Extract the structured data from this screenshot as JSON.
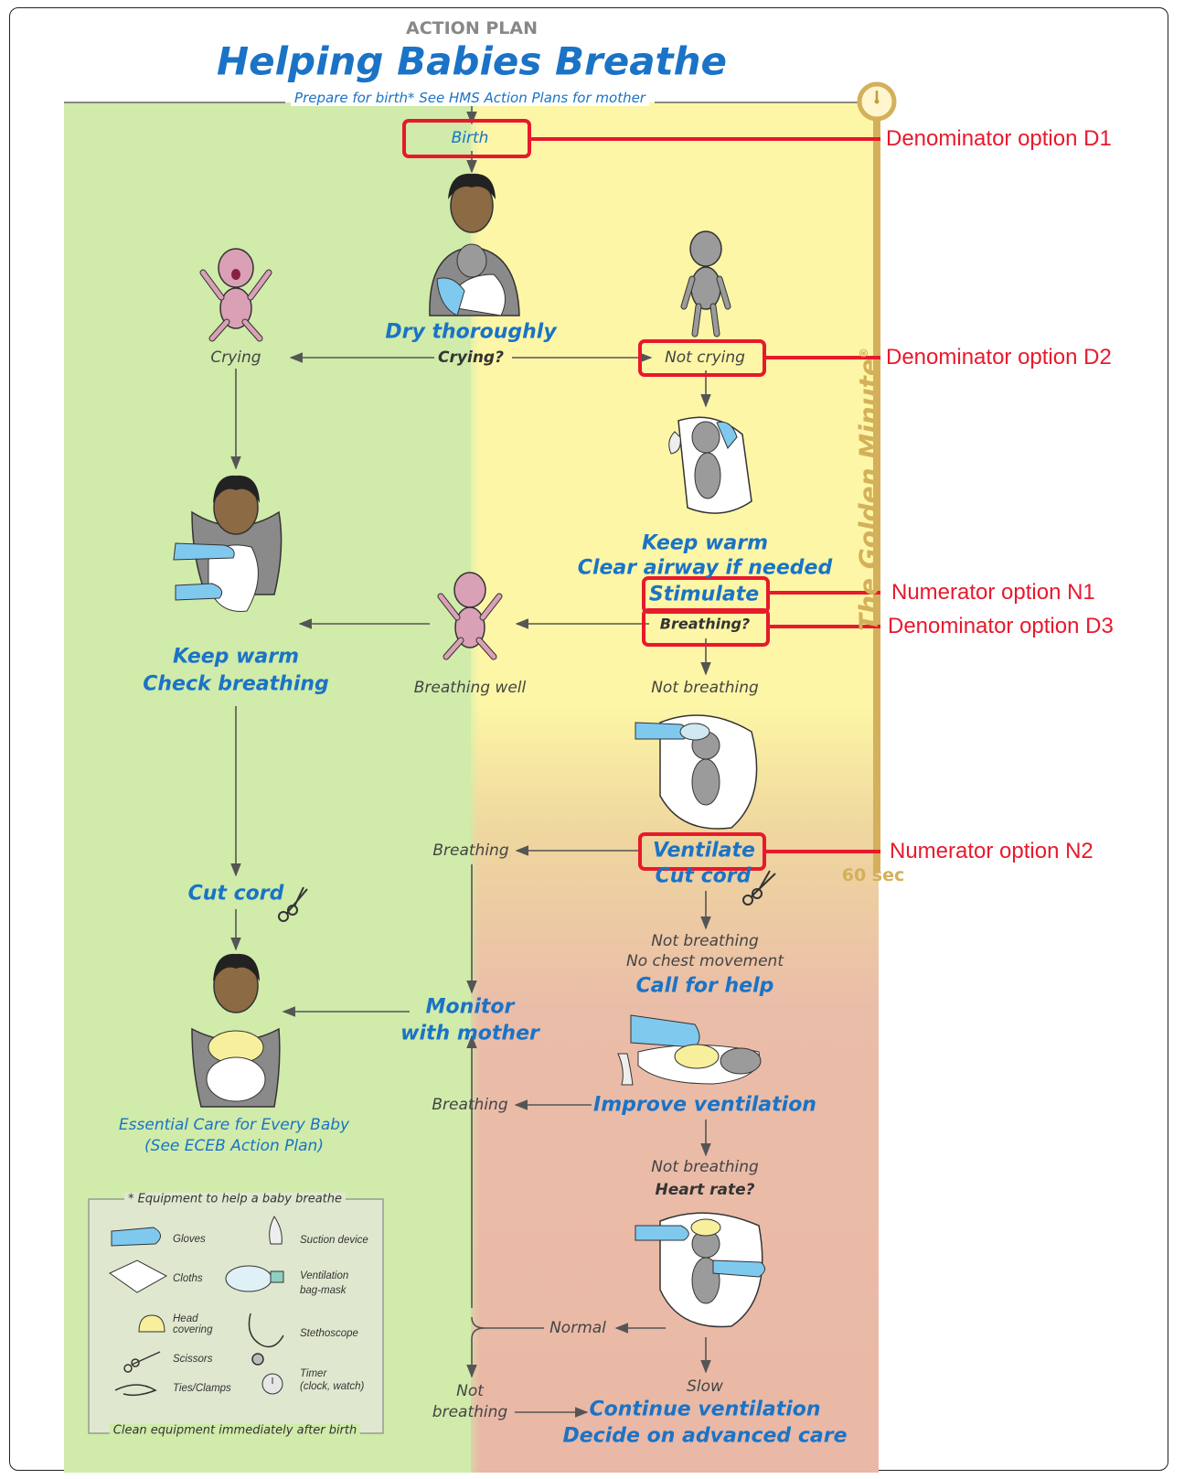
{
  "header": {
    "kicker": "ACTION PLAN",
    "title": "Helping Babies Breathe",
    "prepare": "Prepare for birth* See HMS Action Plans for mother"
  },
  "timeline": {
    "golden_minute": "The Golden Minute",
    "registered_mark": "®",
    "sixty_sec": "60 sec"
  },
  "nodes": {
    "birth": "Birth",
    "dry": "Dry thoroughly",
    "crying_q": "Crying?",
    "crying": "Crying",
    "not_crying": "Not crying",
    "keep_warm_clear_1": "Keep warm",
    "keep_warm_clear_2": "Clear airway if needed",
    "stimulate": "Stimulate",
    "breathing_q": "Breathing?",
    "keep_warm_check_1": "Keep warm",
    "keep_warm_check_2": "Check breathing",
    "breathing_well": "Breathing well",
    "not_breathing_1": "Not breathing",
    "breathing_1": "Breathing",
    "ventilate": "Ventilate",
    "cut_cord_right": "Cut cord",
    "cut_cord_left": "Cut cord",
    "not_breathing_chest_1": "Not breathing",
    "not_breathing_chest_2": "No chest movement",
    "call_help": "Call for help",
    "monitor_1": "Monitor",
    "monitor_2": "with mother",
    "breathing_2": "Breathing",
    "improve": "Improve ventilation",
    "essential_1": "Essential Care for Every Baby",
    "essential_2": "(See  ECEB Action Plan)",
    "not_breathing_2": "Not breathing",
    "heart_rate_q": "Heart rate?",
    "normal": "Normal",
    "slow": "Slow",
    "not_breathing_3a": "Not",
    "not_breathing_3b": "breathing",
    "continue_1": "Continue ventilation",
    "continue_2": "Decide on advanced care"
  },
  "equipment": {
    "title": "* Equipment to help a baby breathe",
    "footer": "Clean equipment immediately after birth",
    "gloves": "Gloves",
    "cloths": "Cloths",
    "head_covering_1": "Head",
    "head_covering_2": "covering",
    "scissors": "Scissors",
    "ties": "Ties/Clamps",
    "suction": "Suction device",
    "ventilation_1": "Ventilation",
    "ventilation_2": "bag-mask",
    "stethoscope": "Stethoscope",
    "timer_1": "Timer",
    "timer_2": "(clock, watch)"
  },
  "annotations": {
    "d1": "Denominator option D1",
    "d2": "Denominator option D2",
    "n1": "Numerator option N1",
    "d3": "Denominator option D3",
    "n2": "Numerator option N2"
  },
  "colors": {
    "green_zone": "#d0ebaa",
    "yellow_zone": "#fdf6a6",
    "red_zone": "#e9b8a6",
    "step_blue": "#1a73c6",
    "timeline_gold": "#d4b05a",
    "annotation_red": "#e8192c"
  }
}
